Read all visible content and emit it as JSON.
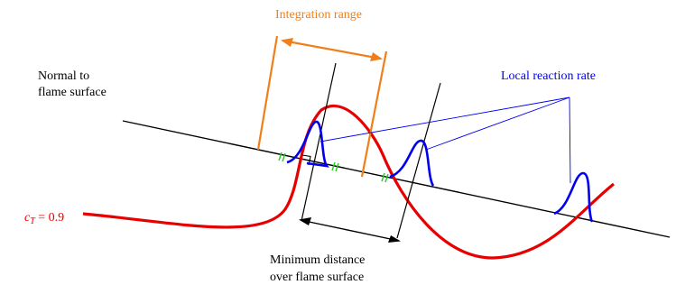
{
  "labels": {
    "integration_range": "Integration range",
    "normal_line1": "Normal to",
    "normal_line2": "flame surface",
    "local_reaction_rate": "Local reaction rate",
    "ct_symbol": "c",
    "ct_subscript": "T",
    "ct_value": " = 0.9",
    "min_dist_line1": "Minimum distance",
    "min_dist_line2": "over flame surface"
  },
  "colors": {
    "flame_surface": "#e60000",
    "reaction_rate": "#0000ee",
    "integration": "#f07f1a",
    "equal_marks": "#22cc22",
    "lines": "#000000"
  }
}
